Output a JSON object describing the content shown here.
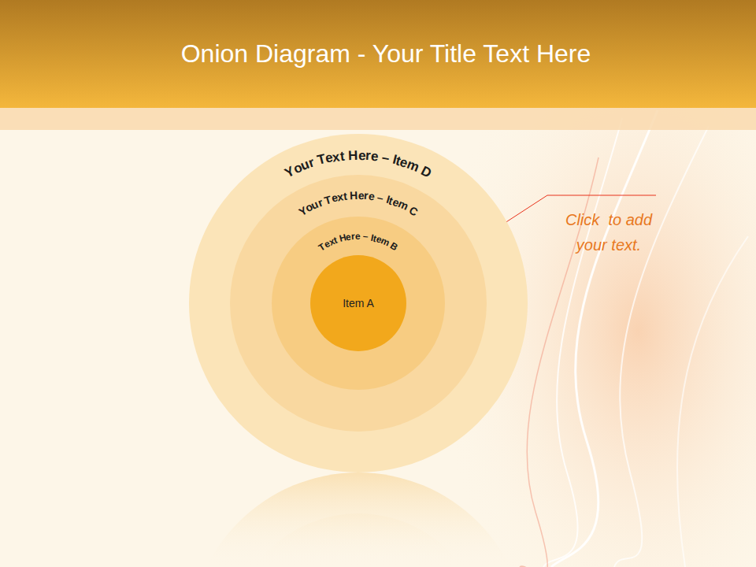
{
  "diagram": {
    "title": "Onion Diagram - Your Title Text Here",
    "nodes": [
      {
        "text": [
          "Your Text Here – Item D"
        ]
      },
      {
        "text": [
          "Your Text Here – Item C"
        ],
        "in": 0
      },
      {
        "text": [
          "Text Here – Item B"
        ],
        "in": 1
      },
      {
        "text": [
          "Item A"
        ],
        "in": 2
      }
    ],
    "labels": [
      "Click  to add your text."
    ]
  }
}
